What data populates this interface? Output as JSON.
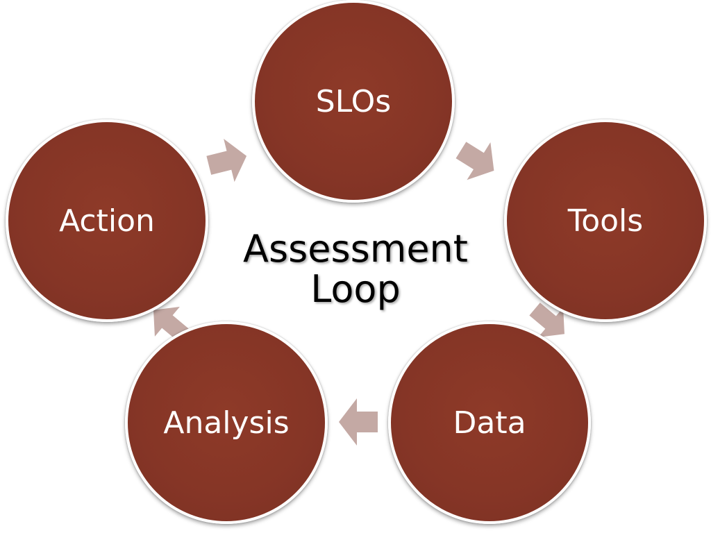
{
  "diagram": {
    "title_line1": "Assessment",
    "title_line2": "Loop",
    "nodes": [
      {
        "label": "SLOs"
      },
      {
        "label": "Tools"
      },
      {
        "label": "Data"
      },
      {
        "label": "Analysis"
      },
      {
        "label": "Action"
      }
    ],
    "colors": {
      "node_fill": "#853526",
      "node_text": "#ffffff",
      "arrow_fill": "#c4a9a4",
      "title_text": "#000000"
    },
    "arrow_icon": "right-arrow-icon"
  }
}
